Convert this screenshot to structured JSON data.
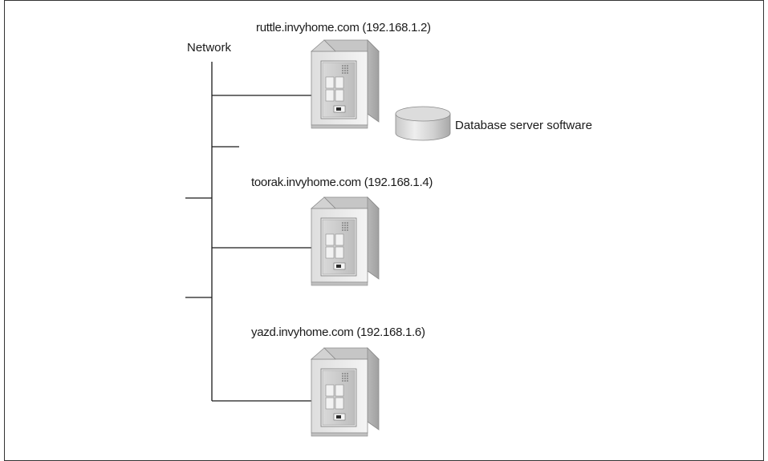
{
  "network": {
    "label": "Network"
  },
  "servers": [
    {
      "label": "ruttle.invyhome.com (192.168.1.2)",
      "icon": "server-tower-icon"
    },
    {
      "label": "toorak.invyhome.com (192.168.1.4)",
      "icon": "server-tower-icon"
    },
    {
      "label": "yazd.invyhome.com (192.168.1.6)",
      "icon": "server-tower-icon"
    }
  ],
  "database": {
    "label": "Database server software",
    "icon": "database-cylinder-icon"
  }
}
